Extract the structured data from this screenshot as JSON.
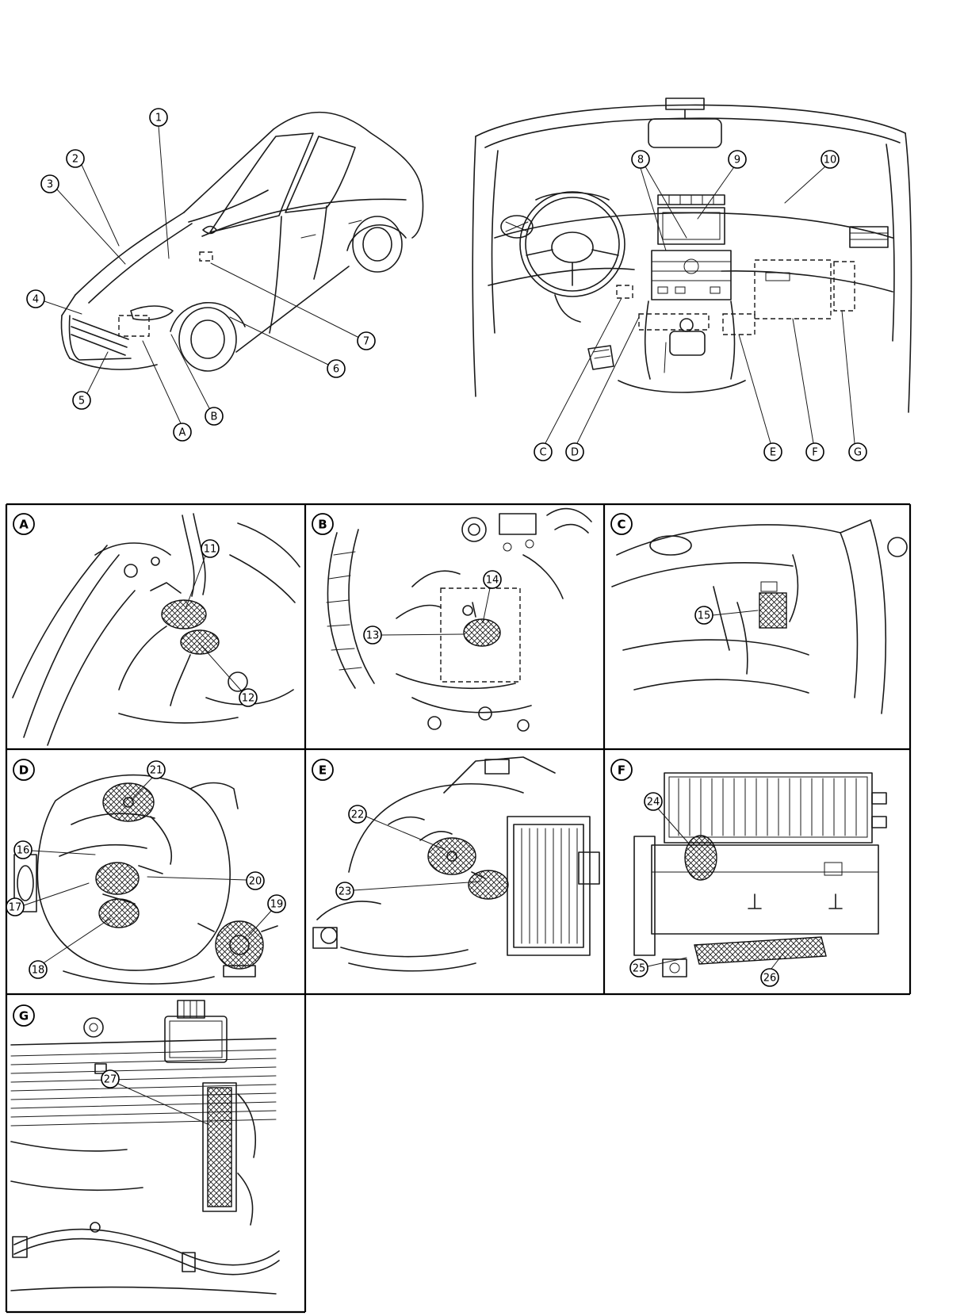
{
  "diagram": {
    "description": "Vehicle component location diagram with exterior, instrument panel and detail views",
    "line_color": "#1a1a1a",
    "background": "#ffffff"
  },
  "callout_labels": {
    "c1": "1",
    "c2": "2",
    "c3": "3",
    "c4": "4",
    "c5": "5",
    "c6": "6",
    "c7": "7",
    "c8": "8",
    "c9": "9",
    "c10": "10",
    "c11": "11",
    "c12": "12",
    "c13": "13",
    "c14": "14",
    "c15": "15",
    "c16": "16",
    "c17": "17",
    "c18": "18",
    "c19": "19",
    "c20": "20",
    "c21": "21",
    "c22": "22",
    "c23": "23",
    "c24": "24",
    "c25": "25",
    "c26": "26",
    "c27": "27",
    "A": "A",
    "B": "B",
    "C": "C",
    "D": "D",
    "E": "E",
    "F": "F",
    "G": "G"
  },
  "overview_figures": [
    {
      "id": "exterior-car",
      "callouts": [
        "1",
        "2",
        "3",
        "4",
        "5",
        "6",
        "7",
        "A",
        "B"
      ]
    },
    {
      "id": "interior-dashboard",
      "callouts": [
        "8",
        "9",
        "10",
        "C",
        "D",
        "E",
        "F",
        "G"
      ]
    }
  ],
  "detail_panels": [
    {
      "id": "A",
      "callouts": [
        "11",
        "12"
      ]
    },
    {
      "id": "B",
      "callouts": [
        "13",
        "14"
      ]
    },
    {
      "id": "C",
      "callouts": [
        "15"
      ]
    },
    {
      "id": "D",
      "callouts": [
        "16",
        "17",
        "18",
        "19",
        "20",
        "21"
      ]
    },
    {
      "id": "E",
      "callouts": [
        "22",
        "23"
      ]
    },
    {
      "id": "F",
      "callouts": [
        "24",
        "25",
        "26"
      ]
    },
    {
      "id": "G",
      "callouts": [
        "27"
      ]
    }
  ]
}
